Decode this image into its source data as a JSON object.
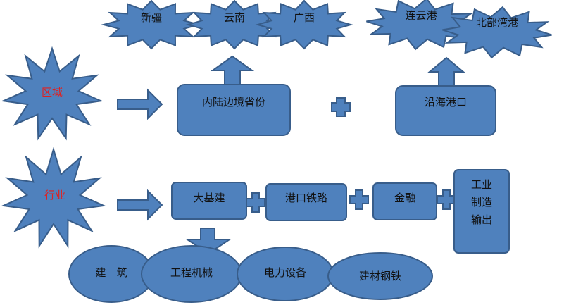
{
  "diagram": {
    "region": {
      "label": "区域",
      "inland_border": "内陆边境省份",
      "coastal_ports": "沿海港口",
      "provinces": [
        "新疆",
        "云南",
        "广西"
      ],
      "ports": [
        "连云港",
        "北部湾港"
      ]
    },
    "industry": {
      "label": "行业",
      "steps": [
        "大基建",
        "港口铁路",
        "金融"
      ],
      "manufacturing": [
        "工业",
        "制造",
        "输出"
      ],
      "subsectors": [
        "建　筑",
        "工程机械",
        "电力设备",
        "建材钢铁"
      ]
    },
    "colors": {
      "fill": "#4f81bd",
      "stroke": "#385d8a",
      "highlight_text": "#e02020"
    }
  }
}
